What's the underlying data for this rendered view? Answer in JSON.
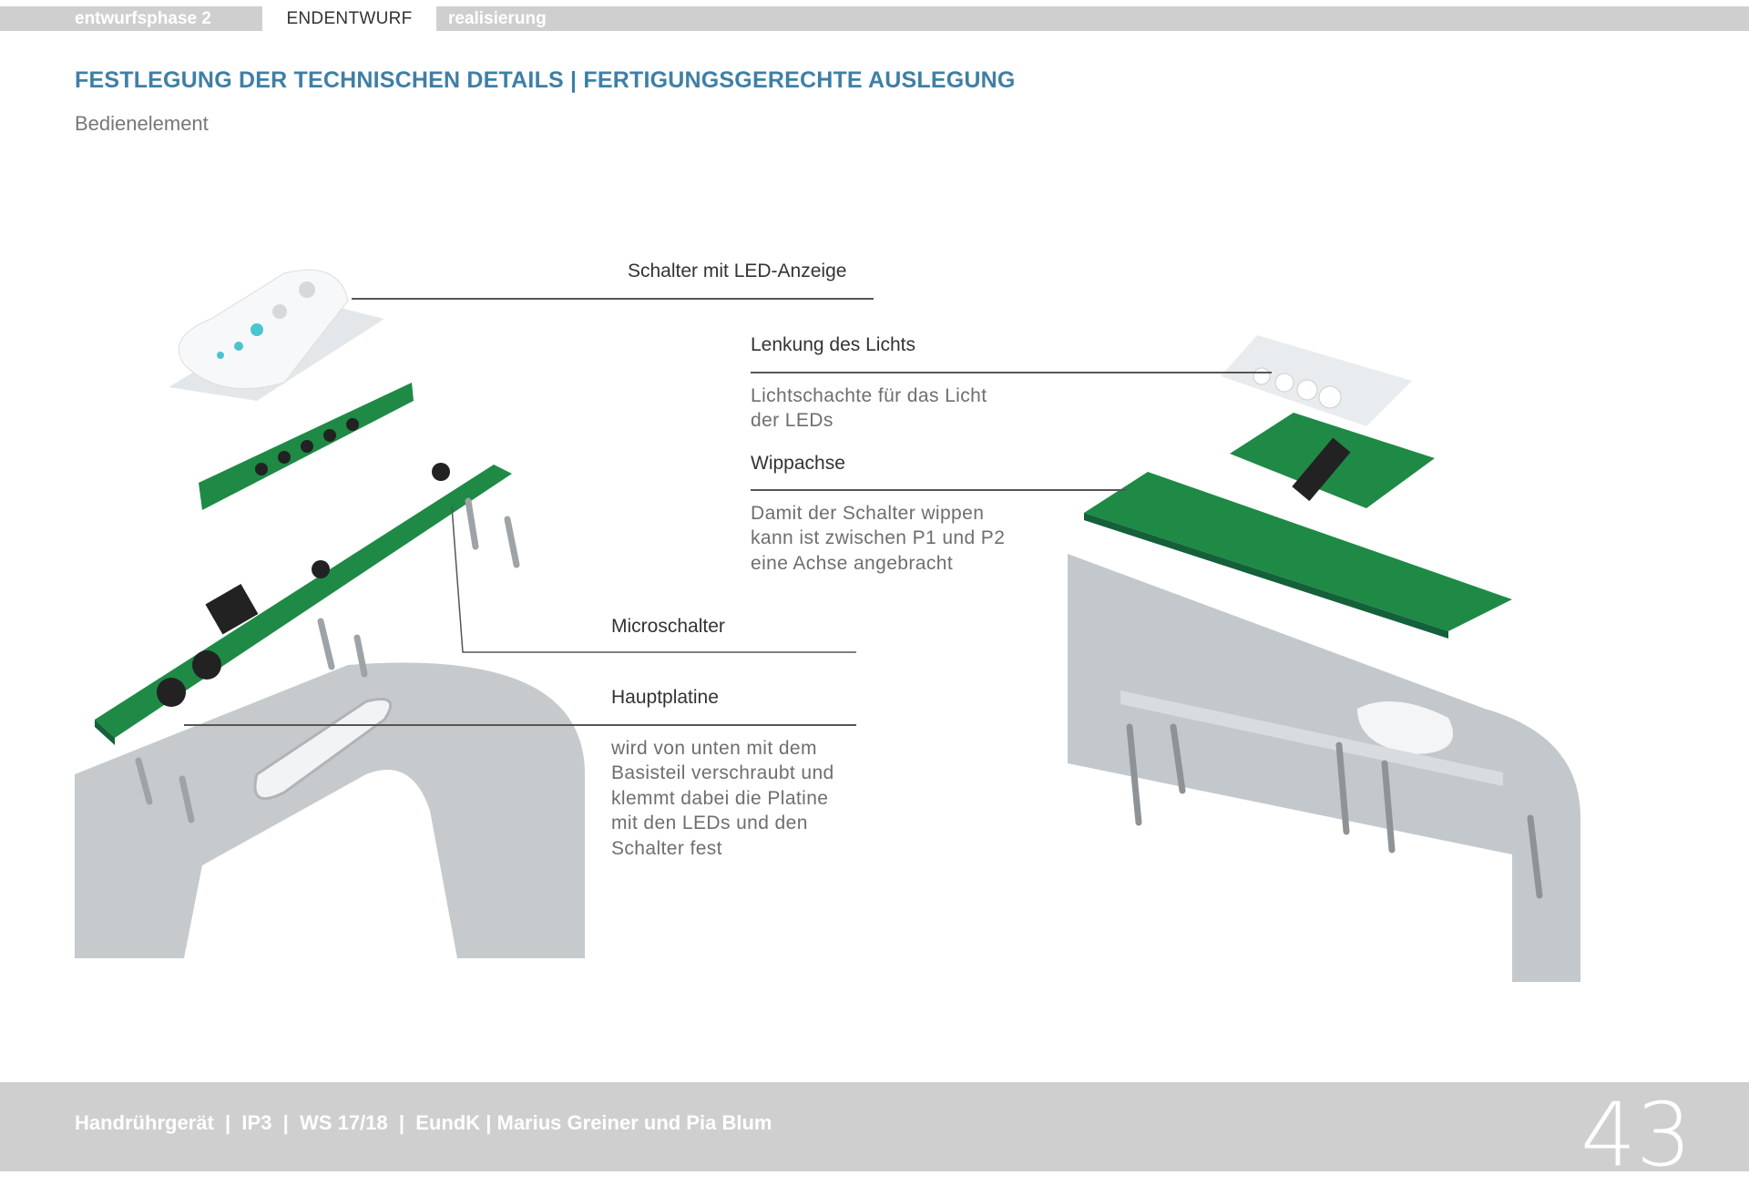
{
  "nav": {
    "tabs": [
      {
        "label": "entwurfsphase 2"
      },
      {
        "label": "ENDENTWURF"
      },
      {
        "label": "realisierung"
      }
    ]
  },
  "header": {
    "title": "FESTLEGUNG DER TECHNISCHEN DETAILS | FERTIGUNGSGERECHTE AUSLEGUNG",
    "subtitle": "Bedienelement"
  },
  "annotations": {
    "schalter": {
      "label": "Schalter mit LED-Anzeige"
    },
    "lenkung": {
      "label": "Lenkung des Lichts",
      "desc": [
        "Lichtschachte für das Licht",
        "der LEDs"
      ]
    },
    "wippachse": {
      "label": "Wippachse",
      "desc": [
        "Damit der Schalter wippen",
        "kann ist zwischen P1 und P2",
        "eine Achse angebracht"
      ]
    },
    "microschalter": {
      "label": "Microschalter"
    },
    "hauptplatine": {
      "label": "Hauptplatine",
      "desc": [
        "wird von unten mit dem",
        "Basisteil verschraubt und",
        "klemmt dabei die Platine",
        "mit den LEDs und den",
        "Schalter fest"
      ]
    }
  },
  "footer": {
    "text": "Handrührgerät  |  IP3  |  WS 17/18  |  EundK | Marius Greiner und Pia Blum",
    "page": "43"
  },
  "colors": {
    "accent": "#3f7fa6",
    "pcb": "#1e8a45",
    "bar": "#cfcfcf"
  }
}
